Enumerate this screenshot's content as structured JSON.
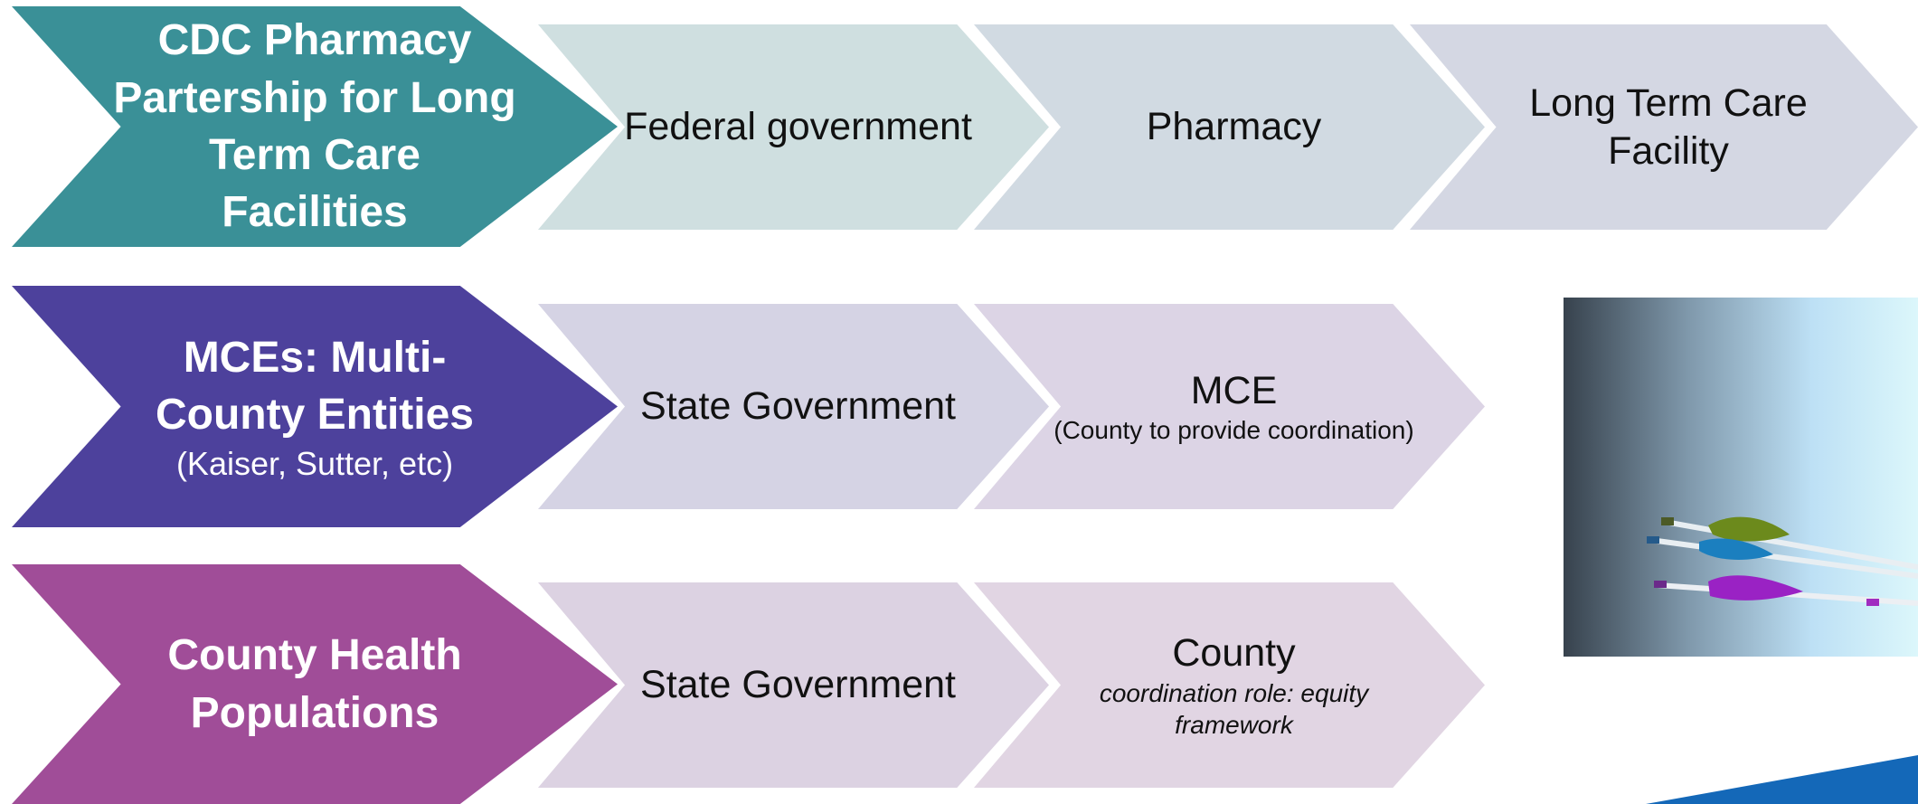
{
  "rows": [
    {
      "head": {
        "title": "CDC Pharmacy Partership for Long Term Care Facilities",
        "color": "#3a9097"
      },
      "steps": [
        {
          "label": "Federal government",
          "color": "#cfdfe0"
        },
        {
          "label": "Pharmacy",
          "color": "#d1dae2"
        },
        {
          "label": "Long Term Care Facility",
          "color": "#d4d7e3"
        }
      ]
    },
    {
      "head": {
        "title": "MCEs: Multi-County Entities",
        "subtitle": "(Kaiser, Sutter, etc)",
        "color": "#4d419c"
      },
      "steps": [
        {
          "label": "State Government",
          "color": "#d5d3e4"
        },
        {
          "label": "MCE",
          "note": "(County to provide coordination)",
          "color": "#dcd4e5"
        }
      ]
    },
    {
      "head": {
        "title": "County Health Populations",
        "color": "#a04d98"
      },
      "steps": [
        {
          "label": "State Government",
          "color": "#dcd2e2"
        },
        {
          "label": "County",
          "note": "coordination role: equity framework",
          "color": "#e1d5e3"
        }
      ]
    }
  ],
  "decor": {
    "photo_icons": [
      "arrow-green-icon",
      "arrow-blue-icon",
      "arrow-purple-icon"
    ],
    "corner_color": "#1468b8"
  }
}
